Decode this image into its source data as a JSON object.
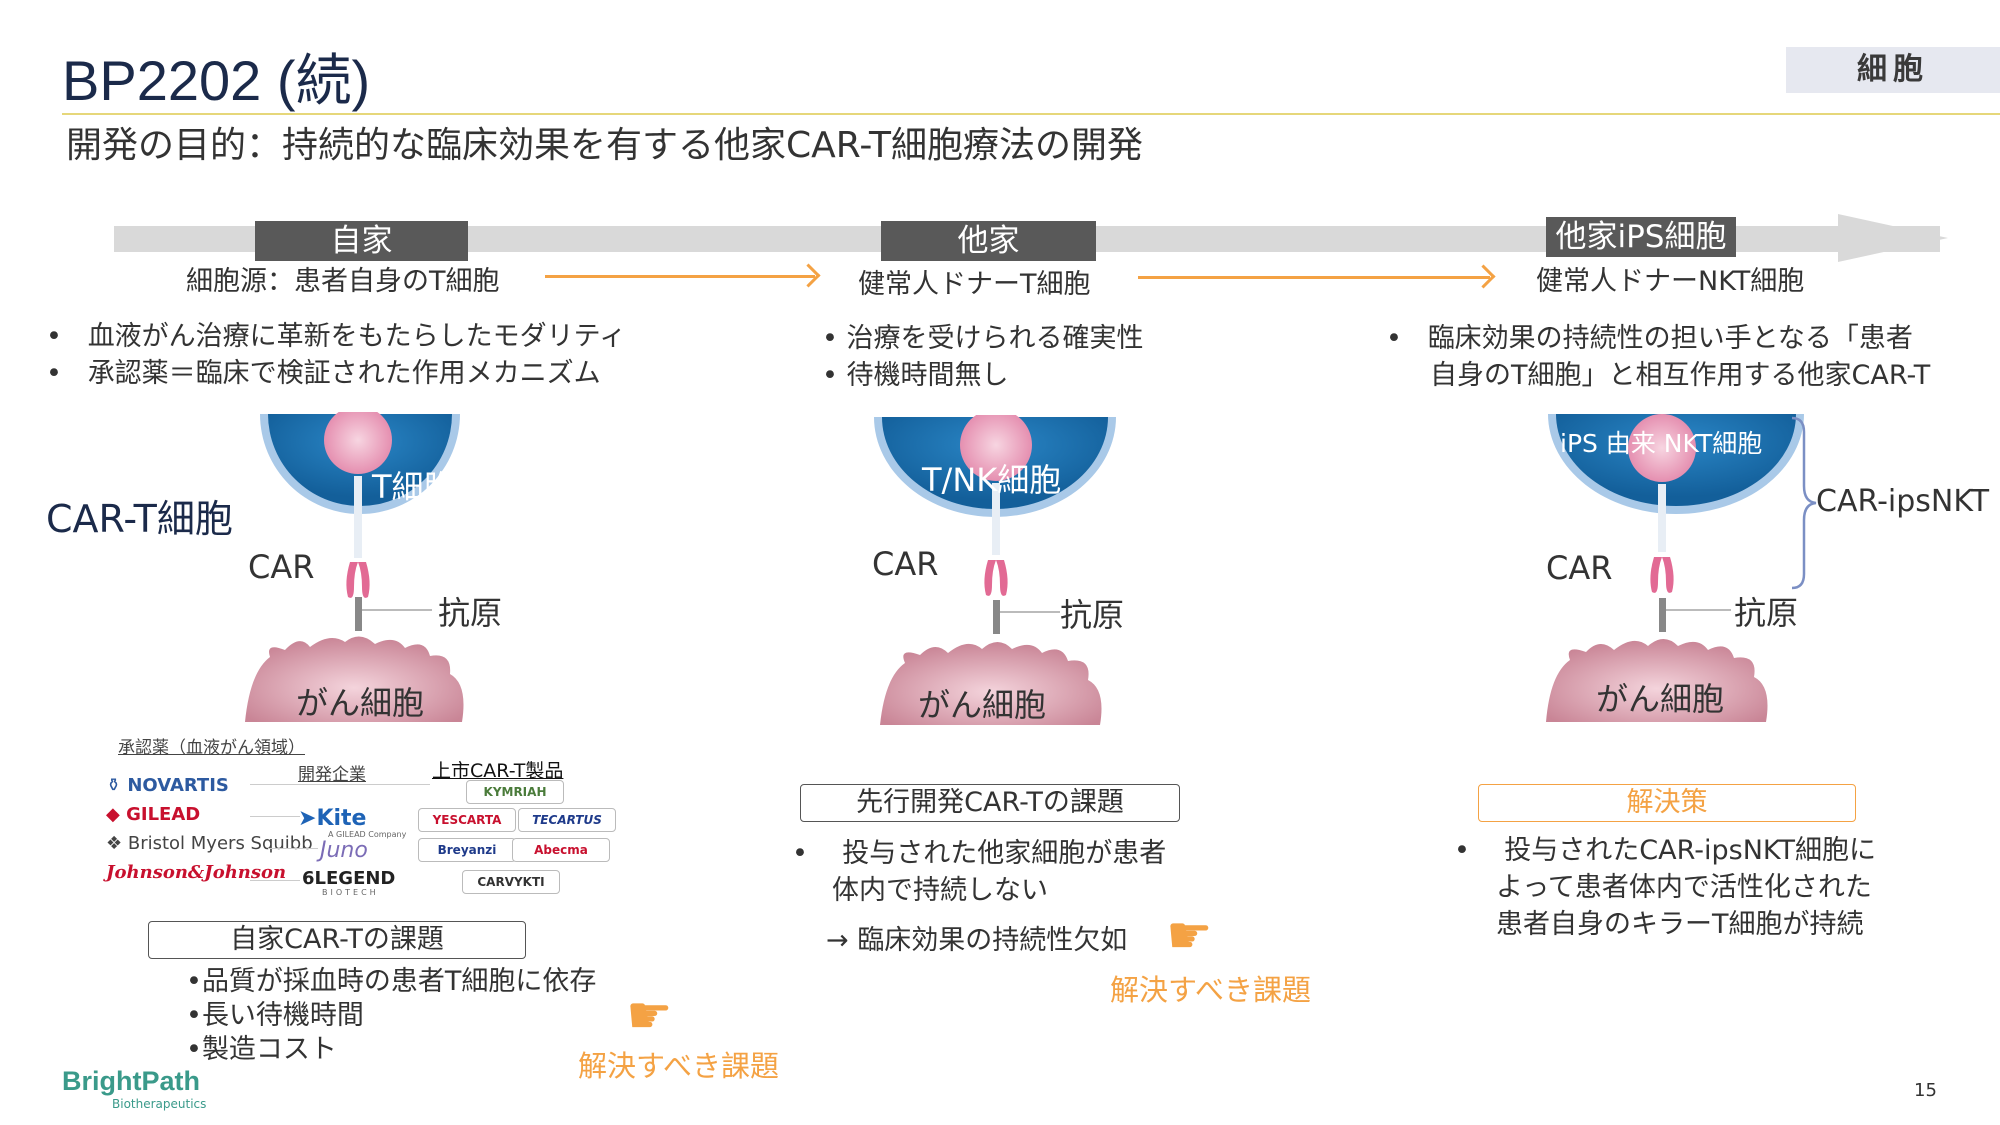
{
  "header": {
    "title": "BP2202 (続)",
    "category_tag": "細胞",
    "subtitle": "開発の目的：持続的な臨床効果を有する他家CAR-T細胞療法の開発"
  },
  "timeline": {
    "stages": [
      {
        "label": "自家",
        "source": "細胞源：患者自身のT細胞"
      },
      {
        "label": "他家",
        "source": "健常人ドナーT細胞"
      },
      {
        "label": "他家iPS細胞",
        "source": "健常人ドナーNKT細胞"
      }
    ]
  },
  "col1": {
    "bullets": [
      "血液がん治療に革新をもたらしたモダリティ",
      "承認薬＝臨床で検証された作用メカニズム"
    ],
    "car_t_label": "CAR-T細胞",
    "t_cell_label": "T細胞",
    "car_label": "CAR",
    "antigen_label": "抗原",
    "cancer_label": "がん細胞",
    "approved_header": "承認薬（血液がん領域）",
    "dev_company_header": "開発企業",
    "products_header": "上市CAR-T製品",
    "companies": [
      "NOVARTIS",
      "GILEAD",
      "Bristol Myers Squibb",
      "Johnson&Johnson"
    ],
    "subsidiaries": [
      "Kite",
      "A GILEAD Company",
      "Juno",
      "LEGEND",
      "BIOTECH"
    ],
    "products": [
      "KYMRIAH",
      "YESCARTA",
      "TECARTUS",
      "Breyanzi",
      "Abecma",
      "CARVYKTI"
    ],
    "issue_title": "自家CAR-Tの課題",
    "issues": [
      "品質が採血時の患者T細胞に依存",
      "長い待機時間",
      "製造コスト"
    ],
    "to_solve": "解決すべき課題"
  },
  "col2": {
    "bullets": [
      "治療を受けられる確実性",
      "待機時間無し"
    ],
    "cell_label": "T/NK細胞",
    "car_label": "CAR",
    "antigen_label": "抗原",
    "cancer_label": "がん細胞",
    "issue_title": "先行開発CAR-Tの課題",
    "issue_line1": "投与された他家細胞が患者",
    "issue_line2": "体内で持続しない",
    "arrow_symbol": "→",
    "issue_result": "臨床効果の持続性欠如",
    "to_solve": "解決すべき課題"
  },
  "col3": {
    "bullet_line1": "臨床効果の持続性の担い手となる「患者",
    "bullet_line2": "自身のT細胞」と相互作用する他家CAR-T",
    "cell_label": "iPS 由来 NKT細胞",
    "car_label": "CAR",
    "antigen_label": "抗原",
    "cancer_label": "がん細胞",
    "bracket_label": "CAR-ipsNKT",
    "solution_title": "解決策",
    "solution_lines": [
      "投与されたCAR-ipsNKT細胞に",
      "よって患者体内で活性化された",
      "患者自身のキラーT細胞が持続"
    ]
  },
  "footer": {
    "logo_main": "BrightPath",
    "logo_sub": "Biotherapeutics",
    "page_number": "15"
  },
  "colors": {
    "navy": "#1b2a4a",
    "orange": "#f4a244",
    "cell_blue": "#1e73b4",
    "cancer_pink": "#e3a4b3"
  }
}
